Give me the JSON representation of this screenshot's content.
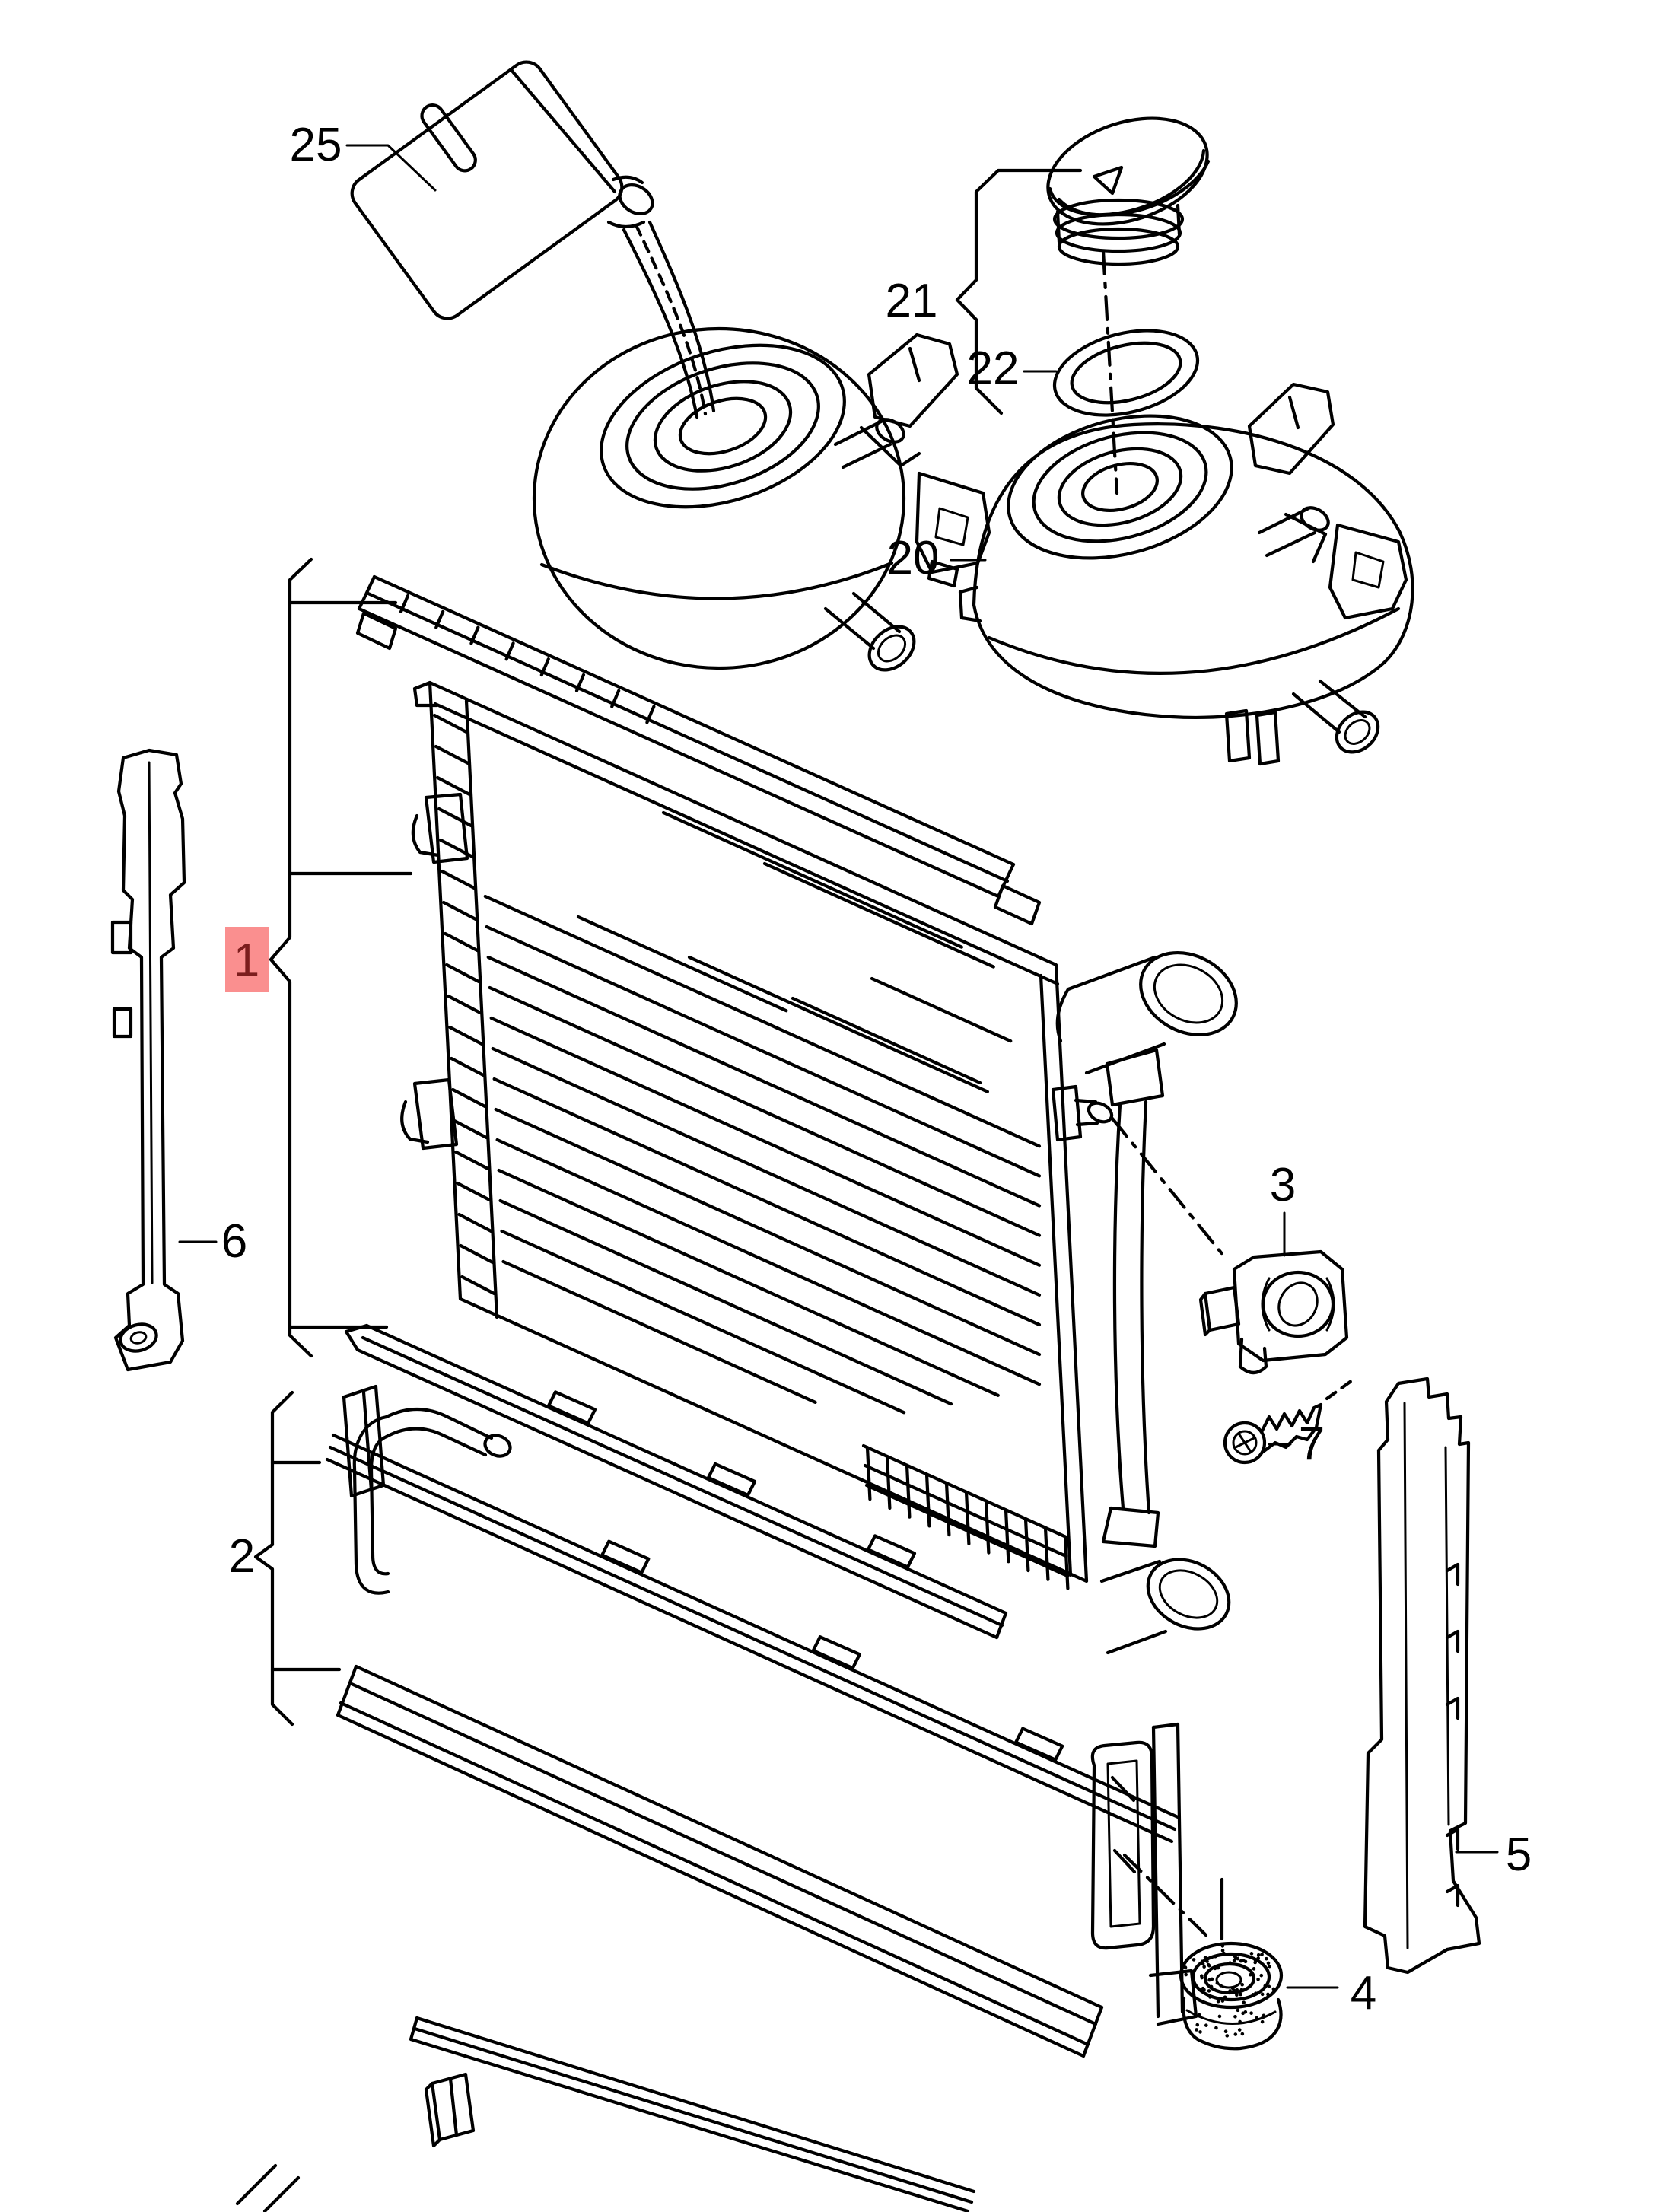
{
  "figure": {
    "background_color": "#ffffff",
    "line_color": "#000000"
  },
  "highlight": {
    "box_color": "#fa8f8f",
    "text_color": "#7c1d1d"
  },
  "callouts": {
    "c25": {
      "label": "25"
    },
    "c21": {
      "label": "21"
    },
    "c22": {
      "label": "22"
    },
    "c20": {
      "label": "20"
    },
    "c1": {
      "label": "1"
    },
    "c2": {
      "label": "2"
    },
    "c3": {
      "label": "3"
    },
    "c4": {
      "label": "4"
    },
    "c5": {
      "label": "5"
    },
    "c6": {
      "label": "6"
    },
    "c7": {
      "label": "7"
    }
  }
}
